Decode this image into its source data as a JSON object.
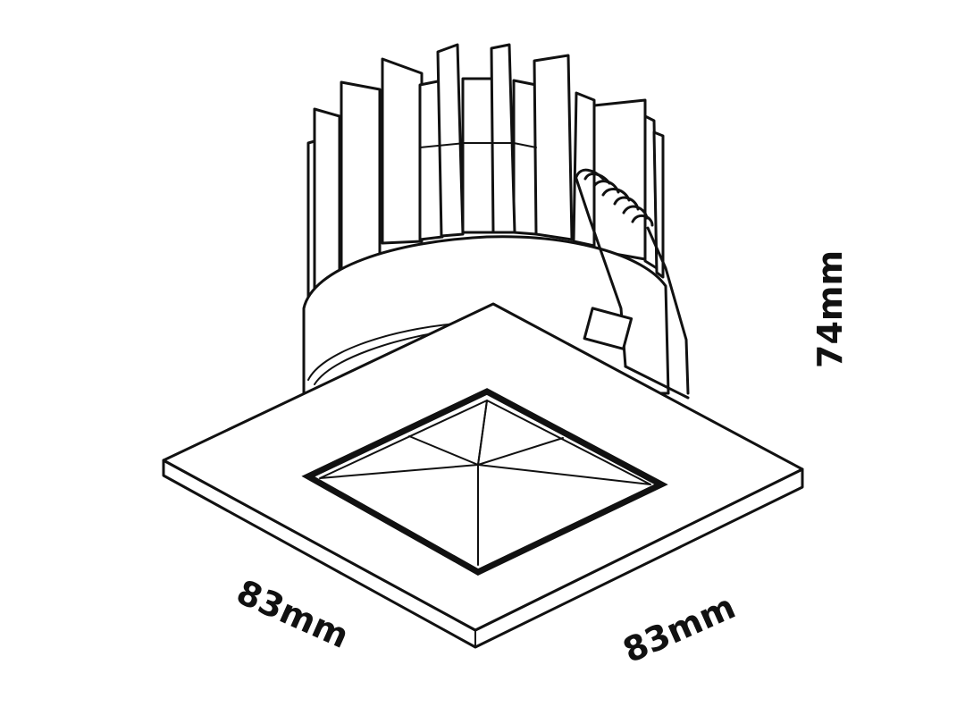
{
  "dimensions": {
    "width_left": "83mm",
    "width_right": "83mm",
    "height": "74mm"
  }
}
